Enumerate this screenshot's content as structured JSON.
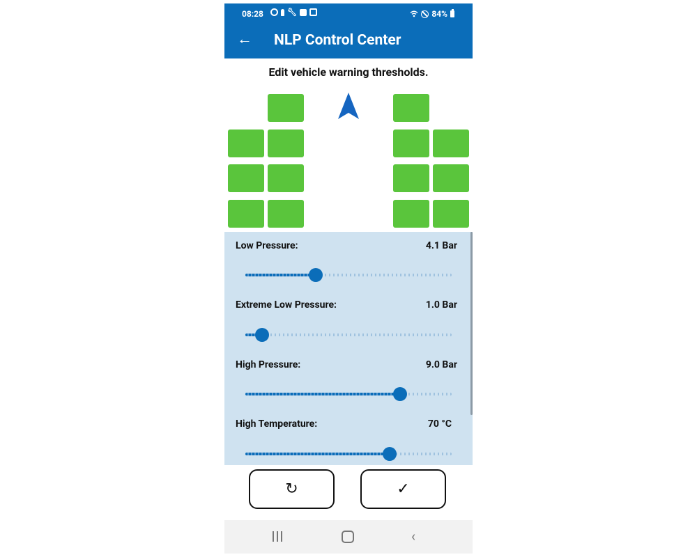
{
  "statusbar": {
    "time": "08:28",
    "battery": "84%",
    "icons_left": [
      "location-circle-icon",
      "key-icon",
      "wrench-icon",
      "checkbox-icon",
      "image-icon"
    ],
    "icons_right": [
      "wifi-icon",
      "do-not-disturb-icon",
      "battery-icon"
    ]
  },
  "appbar": {
    "back_icon": "←",
    "title": "NLP Control Center",
    "color": "#0b6db9"
  },
  "subtitle": "Edit vehicle warning thresholds.",
  "vehicle": {
    "tile_color": "#5ac53c",
    "direction_arrow_color": "#1565c0"
  },
  "sliders": [
    {
      "label": "Low Pressure:",
      "value": "4.1 Bar",
      "fraction": 0.34
    },
    {
      "label": "Extreme Low Pressure:",
      "value": "1.0 Bar",
      "fraction": 0.08
    },
    {
      "label": "High Pressure:",
      "value": "9.0 Bar",
      "fraction": 0.75
    },
    {
      "label": "High Temperature:",
      "value": "70 °C",
      "fraction": 0.7
    }
  ],
  "buttons": {
    "reset_icon": "↻",
    "confirm_icon": "✓"
  }
}
